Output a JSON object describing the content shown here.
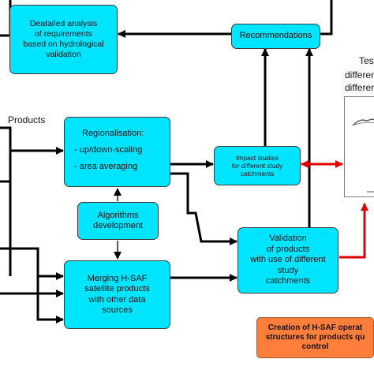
{
  "boxes": {
    "analysis": [
      "Deatailed analysis",
      "of requirements",
      "based on hydrological",
      "validation"
    ],
    "recommendations": "Recommendations",
    "regionalisation": {
      "title": "Regionalisation:",
      "items": [
        "- up/down-scaling",
        "- area averaging"
      ]
    },
    "impact": [
      "Impact studies",
      "for different study",
      "catchments"
    ],
    "algorithms": [
      "Algorithms",
      "development"
    ],
    "merging": [
      "Merging H-SAF",
      "satellite products",
      "with other data",
      "sources"
    ],
    "validation": [
      "Validation",
      "of products",
      "with use of different",
      "study",
      "catchments"
    ],
    "creation": [
      "Creation of H-SAF operat",
      "structures for products qu",
      "control"
    ]
  },
  "labels": {
    "products": "Products",
    "test": [
      "Tes",
      "differen",
      "differen"
    ]
  },
  "colors": {
    "box_fill": "#00e5ff",
    "orange_fill": "#ff7f3a",
    "arrow_black": "#000000",
    "arrow_red": "#e00000"
  }
}
